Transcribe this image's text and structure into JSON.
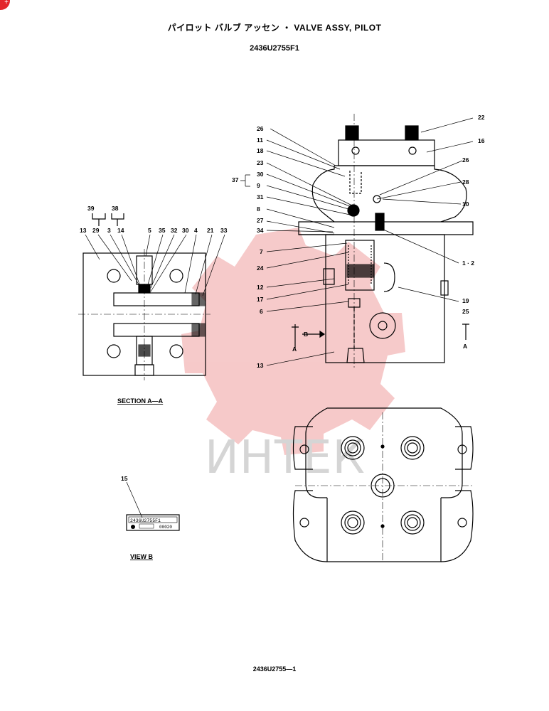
{
  "header": {
    "title": "パイロット バルブ アッセン ・ VALVE ASSY, PILOT",
    "part_number": "2436U2755F1"
  },
  "footer": {
    "drawing_number": "2436U2755—1"
  },
  "watermark": {
    "text": "ИНТЕК",
    "color": "#e3262b"
  },
  "views": {
    "section_aa": "SECTION A—A",
    "view_b": "VIEW B",
    "section_marker_a": "A",
    "view_marker_b": "B"
  },
  "nameplate": {
    "line1": "2436U2755F1",
    "line2": "00020"
  },
  "callouts": {
    "c22": "22",
    "c16": "16",
    "c26a": "26",
    "c11": "11",
    "c18": "18",
    "c23": "23",
    "c37": "37",
    "c30": "30",
    "c9": "9",
    "c31": "31",
    "c8": "8",
    "c27": "27",
    "c34": "34",
    "c7": "7",
    "c24": "24",
    "c12": "12",
    "c17": "17",
    "c6": "6",
    "c13": "13",
    "c26b": "26",
    "c28": "28",
    "c10": "10",
    "c1_2": "1 · 2",
    "c19": "19",
    "c25": "25",
    "s39": "39",
    "s38": "38",
    "s13": "13",
    "s29": "29",
    "s3": "3",
    "s14": "14",
    "s5": "5",
    "s35": "35",
    "s32": "32",
    "s30": "30",
    "s4": "4",
    "s21": "21",
    "s33": "33",
    "v15": "15"
  }
}
